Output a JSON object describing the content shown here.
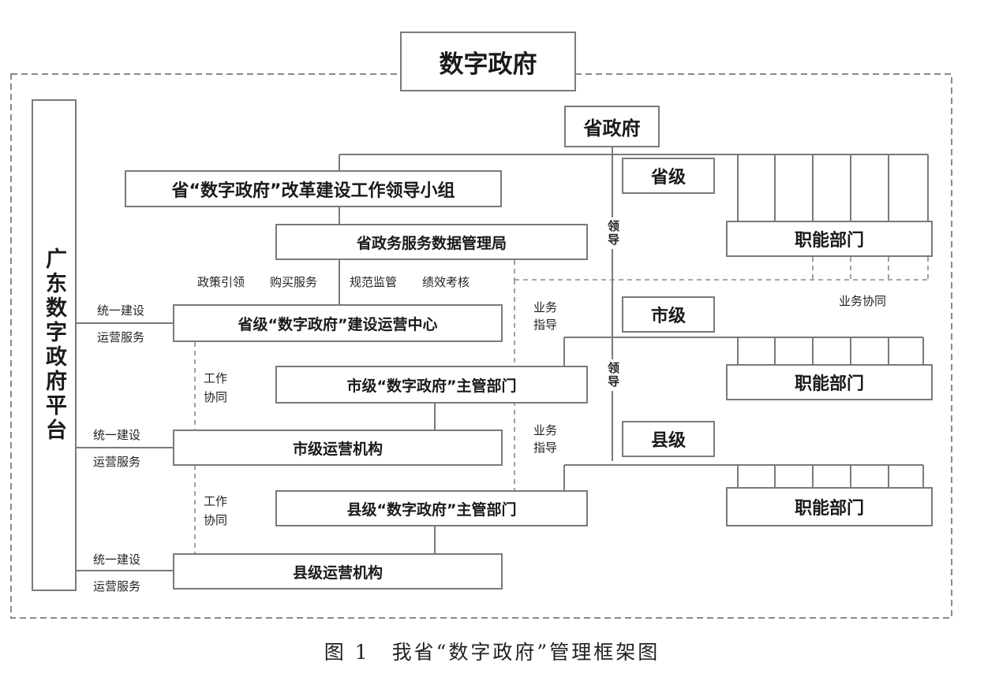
{
  "title": "数字政府",
  "platform": "广东数字政府平台",
  "provincial_gov": "省政府",
  "leading_group": "省“数字政府”改革建设工作领导小组",
  "admin_bureau": "省政务服务数据管理局",
  "bureau_functions": [
    "政策引领",
    "购买服务",
    "规范监管",
    "绩效考核"
  ],
  "ops_center": "省级“数字政府”建设运营中心",
  "city_dept": "市级“数字政府”主管部门",
  "city_ops": "市级运营机构",
  "county_dept": "县级“数字政府”主管部门",
  "county_ops": "县级运营机构",
  "unified_build": "统一建设",
  "ops_service": "运营服务",
  "work_line1": "工作",
  "work_line2": "协同",
  "biz_line1": "业务",
  "biz_line2": "指导",
  "lead_vertical": "领导",
  "biz_coop": "业务协同",
  "levels": [
    "省级",
    "市级",
    "县级"
  ],
  "functional_depts": "职能部门",
  "caption": "图 1　我省“数字政府”管理框架图"
}
